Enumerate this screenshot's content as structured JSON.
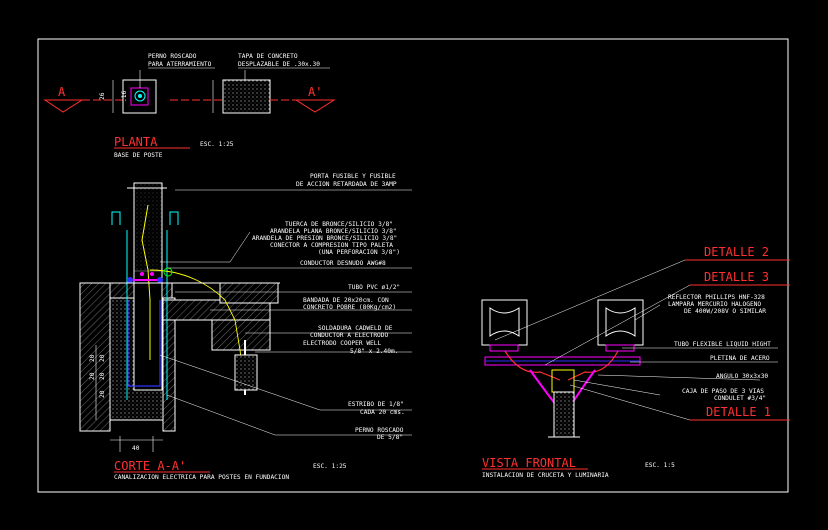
{
  "planta": {
    "label_perno": [
      "PERNO ROSCADO",
      "PARA ATERRAMIENTO"
    ],
    "label_tapa": [
      "TAPA DE CONCRETO",
      "DESPLAZABLE DE .30x.30"
    ],
    "dim_left": "26",
    "dim_small": ".16",
    "section_a": "A",
    "section_a2": "A'",
    "title": "PLANTA",
    "scale": "ESC. 1:25",
    "subtitle": "BASE DE POSTE"
  },
  "corte": {
    "labels": [
      "PORTA FUSIBLE Y FUSIBLE",
      "DE ACCION RETARDADA DE 3AMP",
      "TUERCA DE BRONCE/SILICIO 3/8\"",
      "ARANDELA PLANA BRONCE/SILICIO 3/8\"",
      "ARANDELA DE PRESION BRONCE/SILICIO 3/8\"",
      "CONECTOR A COMPRESION TIPO PALETA",
      "(UNA PERFORACION 3/8\")",
      "CONDUCTOR DESNUDO AWG#8",
      "TUBO PVC ø1/2\"",
      "BANDADA DE 20x20cm. CON",
      "CONCRETO POBRE (80Kg/cm2)",
      "SOLDADURA CADWELD DE",
      "CONDUCTOR A ELECTRODO",
      "ELECTRODO COOPER WELL",
      "5/8\" x 2.40m.",
      "ESTRIBO DE 1/8\"",
      "CADA 20 cms.",
      "PERNO ROSCADO",
      "DE 5/8\""
    ],
    "dims_vertical": [
      "20",
      "20",
      "20",
      "20",
      "20"
    ],
    "dim_bottom": "40",
    "title": "CORTE A-A'",
    "scale": "ESC. 1:25",
    "subtitle": "CANALIZACION ELECTRICA PARA POSTES EN FUNDACION"
  },
  "vista": {
    "detalle_2": "DETALLE 2",
    "detalle_3": "DETALLE 3",
    "detalle_1": "DETALLE 1",
    "labels": [
      "REFLECTOR PHILLIPS HNF-328",
      "LAMPARA MERCURIO HALOGENO",
      "DE 400W/208V O SIMILAR",
      "TUBO FLEXIBLE LIQUID HIGHT",
      "PLETINA DE ACERO",
      "ANGULO 30x3x30",
      "CAJA DE PASO DE 3 VIAS",
      "CONDULET #3/4\""
    ],
    "title": "VISTA FRONTAL",
    "scale": "ESC. 1:5",
    "subtitle": "INSTALACION DE CRUCETA Y LUMINARIA"
  },
  "colors": {
    "background": "#000000",
    "frame": "#ffffff",
    "title_red": "#ff3030",
    "cyan": "#00ffff",
    "magenta": "#ff00ff",
    "yellow": "#ffff00",
    "blue": "#3030ff",
    "green": "#00ff00",
    "hatch": "#c0c0c0"
  }
}
